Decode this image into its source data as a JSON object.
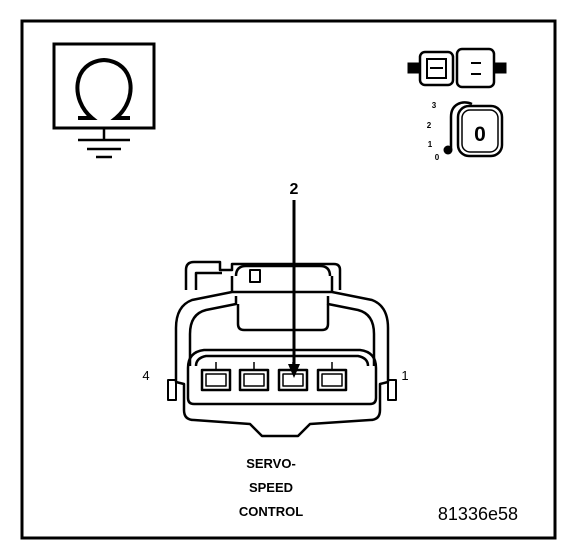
{
  "figure_id": "81336e58",
  "connector_caption": [
    "SERVO-",
    "SPEED",
    "CONTROL"
  ],
  "callout_pin_label": "2",
  "pin_label_left": "4",
  "pin_label_right": "1",
  "ignition_positions": [
    "3",
    "2",
    "1",
    "0"
  ],
  "key_label": "0",
  "meter_symbol": "ohmmeter-ground-icon",
  "disconnect_symbol": "connector-disconnected-icon",
  "ignition_symbol": "ignition-key-off-icon"
}
